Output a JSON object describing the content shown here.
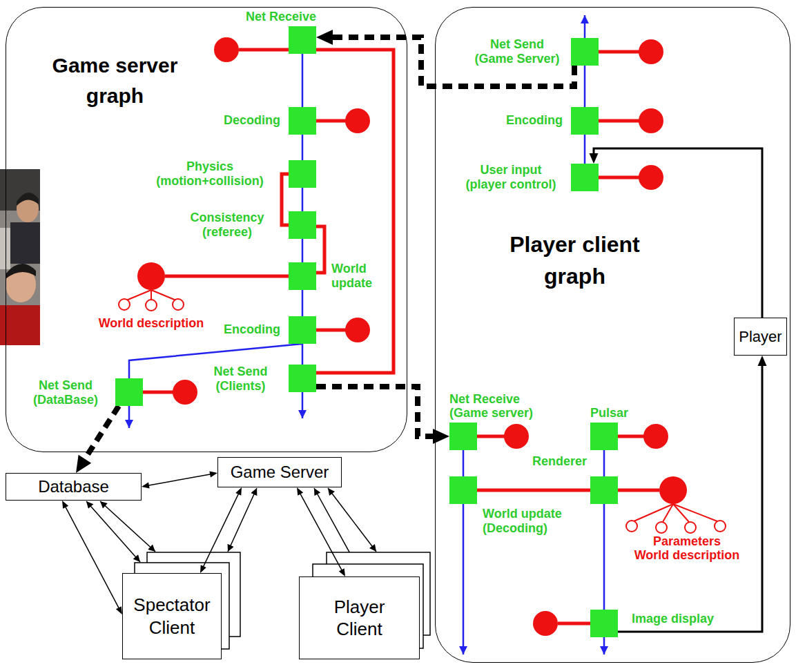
{
  "diagram": {
    "nodes": [
      {
        "text": [
          "Game server graph"
        ]
      },
      {
        "text": [
          "Net Receive"
        ],
        "in": 0
      },
      {
        "text": [
          "Decoding"
        ],
        "in": 0
      },
      {
        "text": [
          "Physics (motion+collision)"
        ],
        "in": 0
      },
      {
        "text": [
          "Consistency (referee)"
        ],
        "in": 0
      },
      {
        "text": [
          "World update"
        ],
        "in": 0
      },
      {
        "text": [
          "World description"
        ],
        "in": 0
      },
      {
        "text": [
          "Encoding"
        ],
        "in": 0
      },
      {
        "text": [
          "Net Send (DataBase)"
        ],
        "in": 0
      },
      {
        "text": [
          "Net Send (Clients)"
        ],
        "in": 0
      },
      {
        "text": [
          "Player client graph"
        ]
      },
      {
        "text": [
          "Net Send (Game Server)"
        ],
        "in": 10
      },
      {
        "text": [
          "Encoding"
        ],
        "in": 10
      },
      {
        "text": [
          "User input (player control)"
        ],
        "in": 10
      },
      {
        "text": [
          "Net Receive (Game server)"
        ],
        "in": 10
      },
      {
        "text": [
          "Pulsar"
        ],
        "in": 10
      },
      {
        "text": [
          "Renderer"
        ],
        "in": 10
      },
      {
        "text": [
          "World update (Decoding)"
        ],
        "in": 10
      },
      {
        "text": [
          "Parameters",
          "World description"
        ],
        "in": 10
      },
      {
        "text": [
          "Image display"
        ],
        "in": 10
      },
      {
        "text": [
          "Player"
        ],
        "in": 10
      },
      {
        "text": [
          "Database"
        ]
      },
      {
        "text": [
          "Game Server"
        ]
      },
      {
        "text": [
          "Spectator Client"
        ]
      },
      {
        "text": [
          "Player Client"
        ]
      }
    ],
    "edges": [
      {
        "from": 1,
        "to": 2,
        "arrow": "none"
      },
      {
        "from": 2,
        "to": 3,
        "arrow": "none"
      },
      {
        "from": 3,
        "to": 4,
        "arrow": "none"
      },
      {
        "from": 4,
        "to": 5,
        "arrow": "none"
      },
      {
        "from": 5,
        "to": 7,
        "arrow": "none"
      },
      {
        "from": 7,
        "to": 9,
        "arrow": "none"
      },
      {
        "from": 7,
        "to": 8,
        "arrow": "none"
      },
      {
        "from": 3,
        "to": 4,
        "arrow": "none"
      },
      {
        "from": 4,
        "to": 5,
        "arrow": "none"
      },
      {
        "from": 1,
        "to": 9,
        "arrow": "none"
      },
      {
        "from": 6,
        "to": 5,
        "arrow": "none"
      },
      {
        "from": 11,
        "to": 1,
        "arrow": "to"
      },
      {
        "from": 9,
        "to": 14,
        "arrow": "to"
      },
      {
        "from": 8,
        "to": 21,
        "arrow": "to"
      },
      {
        "from": 12,
        "to": 11,
        "arrow": "none"
      },
      {
        "from": 13,
        "to": 12,
        "arrow": "none"
      },
      {
        "from": 14,
        "to": 17,
        "arrow": "none"
      },
      {
        "from": 15,
        "to": 16,
        "arrow": "none"
      },
      {
        "from": 16,
        "to": 19,
        "arrow": "none"
      },
      {
        "from": 17,
        "to": 16,
        "arrow": "none"
      },
      {
        "from": 16,
        "to": 18,
        "arrow": "none"
      },
      {
        "from": 19,
        "to": 20,
        "arrow": "to"
      },
      {
        "from": 20,
        "to": 13,
        "arrow": "to"
      },
      {
        "from": 21,
        "to": 22,
        "arrow": "both"
      },
      {
        "from": 21,
        "to": 23,
        "arrow": "both"
      },
      {
        "from": 22,
        "to": 23,
        "arrow": "both"
      },
      {
        "from": 22,
        "to": 24,
        "arrow": "both"
      }
    ]
  }
}
